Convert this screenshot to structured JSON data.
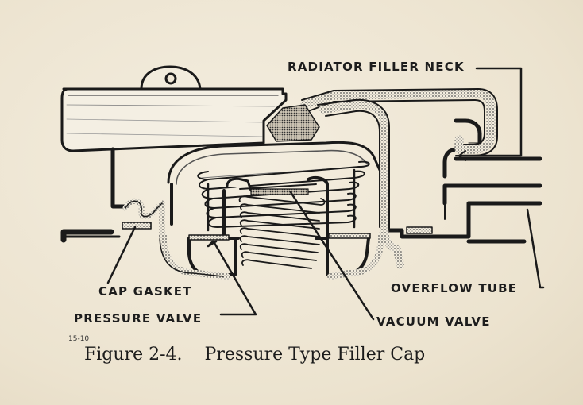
{
  "labels": {
    "radiator_filler_neck": "RADIATOR FILLER NECK",
    "overflow_tube": "OVERFLOW TUBE",
    "cap_gasket": "CAP GASKET",
    "pressure_valve": "PRESSURE VALVE",
    "vacuum_valve": "VACUUM VALVE"
  },
  "figure": {
    "number": "15-10",
    "label": "Figure 2-4.",
    "title": "Pressure Type Filler Cap"
  }
}
